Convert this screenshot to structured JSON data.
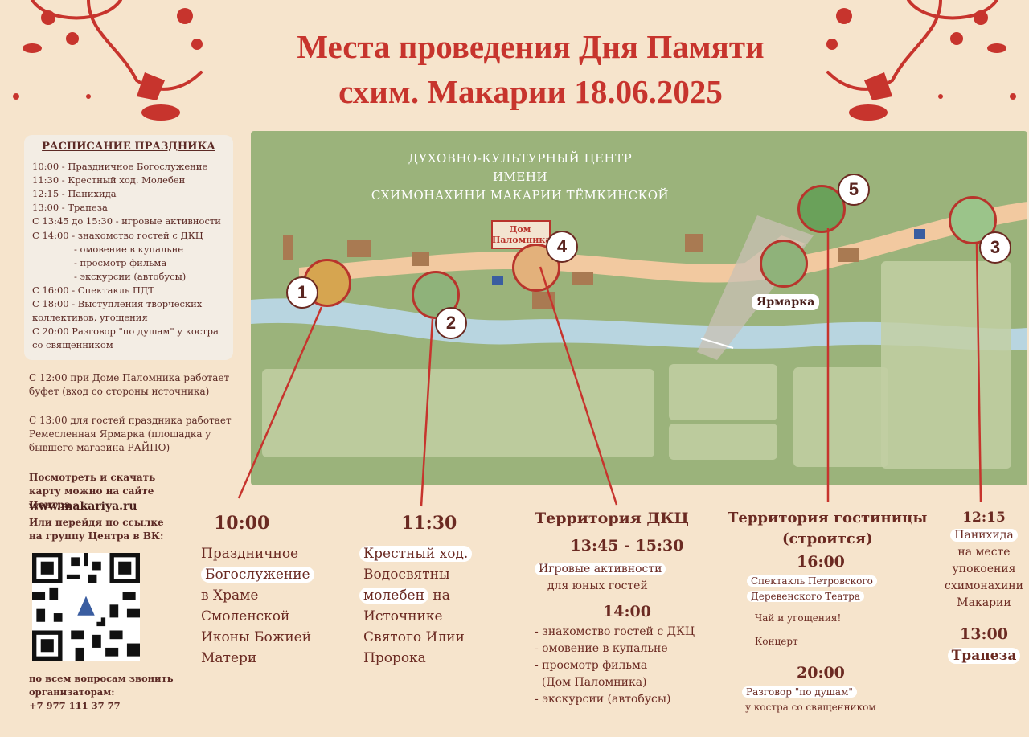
{
  "title": {
    "line1": "Места проведения Дня Памяти",
    "line2": "схим. Макарии 18.06.2025"
  },
  "schedule": {
    "title": "РАСПИСАНИЕ ПРАЗДНИКА",
    "lines": [
      "10:00  -  Праздничное Богослужение",
      "11:30  -  Крестный ход. Молебен",
      "12:15  -  Панихида",
      "13:00  -  Трапеза",
      "С 13:45 до 15:30 - игровые активности",
      "С 14:00  - знакомство гостей с ДКЦ"
    ],
    "sub_lines": [
      "- омовение в купальне",
      "- просмотр фильма",
      "- экскурсии (автобусы)"
    ],
    "lines2": [
      "С 16:00  - Спектакль ПДТ",
      "С 18:00  - Выступления творческих коллективов, угощения",
      "С 20:00  Разговор \"по душам\" у костра со священником"
    ]
  },
  "notes": {
    "buffet": "С 12:00 при Доме Паломника работает буфет (вход со стороны источника)",
    "fair": "С 13:00 для гостей праздника работает Ремесленная Ярмарка (площадка у бывшего магазина РАЙПО)",
    "map_info": "Посмотреть и скачать карту можно на сайте Центра -",
    "site": "www.makariya.ru",
    "vk": "Или перейдя по ссылке на группу Центра в ВК:",
    "contact": "по всем вопросам звонить организаторам:",
    "phone": "+7 977 111 37 77"
  },
  "map": {
    "title_line1": "ДУХОВНО-КУЛЬТУРНЫЙ ЦЕНТР",
    "title_line2": "ИМЕНИ",
    "title_line3": "СХИМОНАХИНИ МАКАРИИ ТЁМКИНСКОЙ",
    "house_label": "Дом Паломника",
    "fair_label": "Ярмарка",
    "markers": [
      "1",
      "2",
      "3",
      "4",
      "5"
    ]
  },
  "locations": {
    "l1": {
      "time": "10:00",
      "line1": "Праздничное",
      "line2": "Богослужение",
      "line3": "в Храме",
      "line4": "Смоленской",
      "line5": "Иконы Божией",
      "line6": "Матери"
    },
    "l2": {
      "time": "11:30",
      "line1": "Крестный ход.",
      "line2": "Водосвятны",
      "line3": "молебен",
      "line3b": "на",
      "line4": "Источнике",
      "line5": "Святого Илии",
      "line6": "Пророка"
    },
    "l4": {
      "title": "Территория ДКЦ",
      "time1": "13:45 - 15:30",
      "act1": "Игровые активности",
      "act2": "для юных гостей",
      "time2": "14:00",
      "items": [
        "- знакомство гостей с ДКЦ",
        "- омовение в купальне",
        "- просмотр фильма",
        "  (Дом Паломника)",
        "- экскурсии (автобусы)"
      ]
    },
    "l5": {
      "title1": "Территория гостиницы",
      "title2": "(строится)",
      "time1": "16:00",
      "play1": "Спектакль Петровского",
      "play2": "Деревенского Театра",
      "tea": "Чай и угощения!",
      "concert": "Концерт",
      "time2": "20:00",
      "talk1": "Разговор \"по душам\"",
      "talk2": "у костра со священником"
    },
    "l3": {
      "time1": "12:15",
      "line1": "Панихида",
      "line2": "на месте",
      "line3": "упокоения",
      "line4": "схимонахини",
      "line5": "Макарии",
      "time2": "13:00",
      "meal": "Трапеза"
    }
  },
  "colors": {
    "title": "#c7342d",
    "text": "#6b2a22",
    "map": "#9bb37b",
    "path": "#f2c9a0",
    "river": "#b9d7e6",
    "marker": "#b8342c",
    "background": "#f6e4cc"
  }
}
